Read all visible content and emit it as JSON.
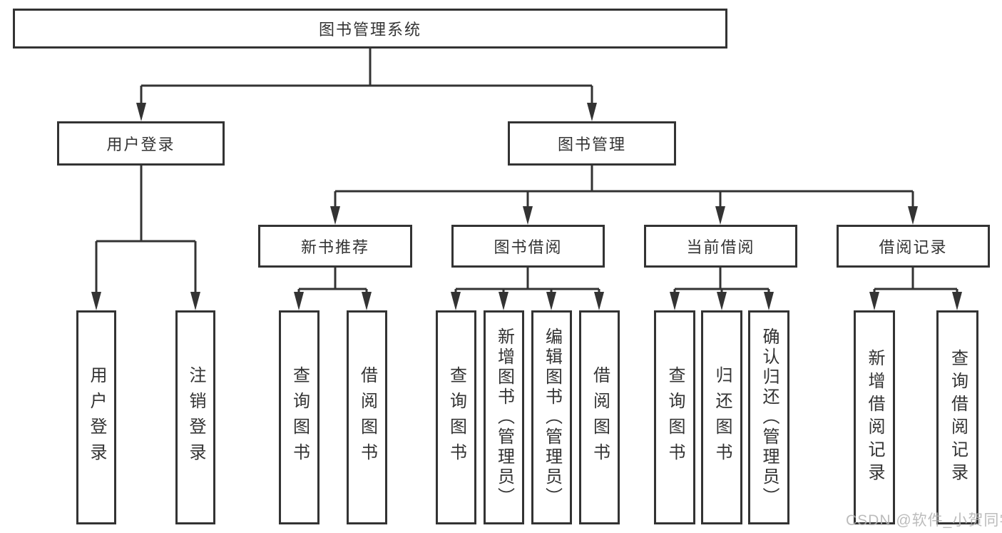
{
  "title": "图书管理系统",
  "watermark": "CSDN @软件_小贺同学",
  "colors": {
    "line": "#333333",
    "text": "#333333",
    "box_background": "#ffffff",
    "watermark": "#b3b3b3"
  },
  "nodes": {
    "root": {
      "label": "图书管理系统"
    },
    "user_login": {
      "label": "用户登录"
    },
    "book_mgmt": {
      "label": "图书管理"
    },
    "new_book_rec": {
      "label": "新书推荐"
    },
    "book_borrow": {
      "label": "图书借阅"
    },
    "current_borrow": {
      "label": "当前借阅"
    },
    "borrow_records": {
      "label": "借阅记录"
    },
    "ul_user_login": {
      "label": "用户登录"
    },
    "ul_logout": {
      "label": "注销登录"
    },
    "nr_query_books": {
      "label": "查询图书"
    },
    "nr_borrow_books": {
      "label": "借阅图书"
    },
    "bb_query_books": {
      "label": "查询图书"
    },
    "bb_add_books": {
      "label": "新增图书（管理员）"
    },
    "bb_edit_books": {
      "label": "编辑图书（管理员）"
    },
    "bb_borrow_books": {
      "label": "借阅图书"
    },
    "cb_query_books": {
      "label": "查询图书"
    },
    "cb_return_books": {
      "label": "归还图书"
    },
    "cb_confirm_return": {
      "label": "确认归还（管理员）"
    },
    "br_add_record": {
      "label": "新增借阅记录"
    },
    "br_query_record": {
      "label": "查询借阅记录"
    }
  },
  "hierarchy": {
    "图书管理系统": {
      "用户登录": [
        "用户登录",
        "注销登录"
      ],
      "图书管理": {
        "新书推荐": [
          "查询图书",
          "借阅图书"
        ],
        "图书借阅": [
          "查询图书",
          "新增图书（管理员）",
          "编辑图书（管理员）",
          "借阅图书"
        ],
        "当前借阅": [
          "查询图书",
          "归还图书",
          "确认归还（管理员）"
        ],
        "借阅记录": [
          "新增借阅记录",
          "查询借阅记录"
        ]
      }
    }
  }
}
